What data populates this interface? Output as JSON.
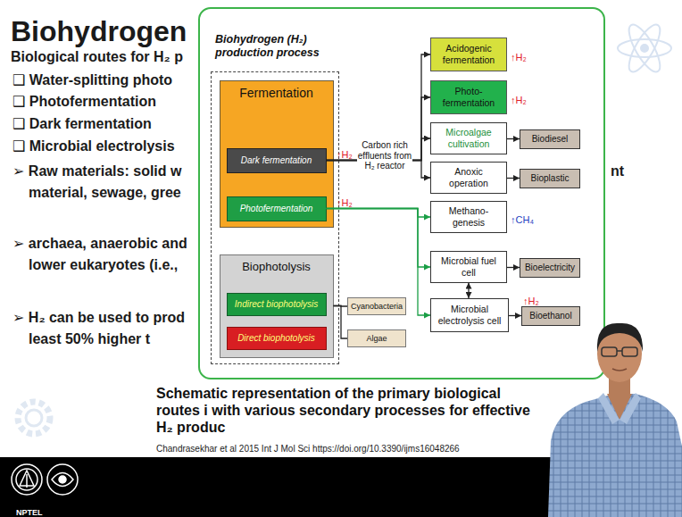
{
  "diagram": {
    "title": "Biohydrogen",
    "caption": "Schematic representation of the primary biological routes i with various secondary processes for effective H₂ produc",
    "nodes": [
      {
        "text": [
          "Biohydrogen (H₂) production process"
        ]
      },
      {
        "text": [
          "Fermentation"
        ],
        "in": 0
      },
      {
        "text": [
          "Dark fermentation"
        ],
        "in": 1
      },
      {
        "text": [
          "Photofermentation"
        ],
        "in": 1
      },
      {
        "text": [
          "Biophotolysis"
        ],
        "in": 0
      },
      {
        "text": [
          "Indirect biophotolysis"
        ],
        "in": 4
      },
      {
        "text": [
          "Direct biophotolysis"
        ],
        "in": 4
      },
      {
        "text": [
          "Cyanobacteria"
        ]
      },
      {
        "text": [
          "Algae"
        ]
      },
      {
        "text": [
          "Acidogenic fermentation"
        ]
      },
      {
        "text": [
          "Photo-fermentation"
        ]
      },
      {
        "text": [
          "Microalgae cultivation"
        ]
      },
      {
        "text": [
          "Biodiesel"
        ]
      },
      {
        "text": [
          "Anoxic operation"
        ]
      },
      {
        "text": [
          "Bioplastic"
        ]
      },
      {
        "text": [
          "Methano-genesis"
        ]
      },
      {
        "text": [
          "Microbial fuel cell"
        ]
      },
      {
        "text": [
          "Bioelectricity"
        ]
      },
      {
        "text": [
          "Microbial electrolysis cell"
        ]
      },
      {
        "text": [
          "Bioethanol"
        ]
      }
    ],
    "edges": [
      {
        "from": 2,
        "to": 9,
        "arrow": "to"
      },
      {
        "from": 2,
        "to": 10,
        "arrow": "to"
      },
      {
        "from": 2,
        "to": 11,
        "arrow": "to"
      },
      {
        "from": 2,
        "to": 13,
        "arrow": "to"
      },
      {
        "from": 3,
        "to": 15,
        "arrow": "to"
      },
      {
        "from": 3,
        "to": 16,
        "arrow": "to"
      },
      {
        "from": 3,
        "to": 18,
        "arrow": "to"
      },
      {
        "from": 16,
        "to": 18,
        "arrow": "both"
      },
      {
        "from": 11,
        "to": 12,
        "arrow": "to"
      },
      {
        "from": 13,
        "to": 14,
        "arrow": "to"
      },
      {
        "from": 16,
        "to": 17,
        "arrow": "to"
      },
      {
        "from": 18,
        "to": 19,
        "arrow": "to"
      },
      {
        "from": 4,
        "to": 7,
        "arrow": "none"
      },
      {
        "from": 4,
        "to": 8,
        "arrow": "none"
      }
    ],
    "labels": [
      "Biological routes for H₂ p",
      "❑ Water-splitting photo",
      "❑ Photofermentation",
      "❑ Dark fermentation",
      "❑ Microbial electrolysis",
      "➢ Raw materials: solid w",
      "nt",
      "material, sewage, gree",
      "➢ archaea, anaerobic and",
      "lower eukaryotes (i.e.,",
      "➢ H₂ can be used to prod",
      "least 50% higher t",
      "↑H₂",
      "Carbon rich effluents from H₂ reactor",
      "↑H₂",
      "↑H₂",
      "↑H₂",
      "↑CH₄",
      "↑H₂",
      "Chandrasekhar et al 2015 Int J Mol Sci https://doi.org/10.3390/ijms16048266",
      "NPTEL"
    ]
  }
}
